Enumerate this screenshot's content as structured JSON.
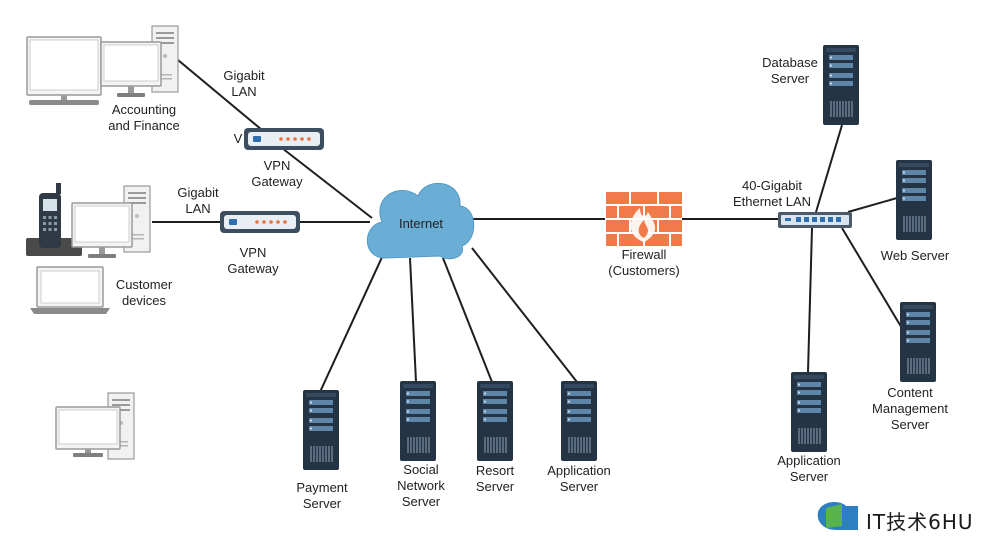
{
  "labels": {
    "gigabit_lan_top": "Gigabit\nLAN",
    "accounting": "Accounting\nand Finance",
    "vpn_gateway_top": "VPN\nGateway",
    "vpn_gateway_top_prefix": "V",
    "gigabit_lan_mid": "Gigabit\nLAN",
    "vpn_gateway_mid": "VPN\nGateway",
    "customer_devices": "Customer\ndevices",
    "internet": "Internet",
    "firewall": "Firewall\n(Customers)",
    "ethernet_lan": "40-Gigabit\nEthernet LAN",
    "database_server": "Database\nServer",
    "web_server": "Web Server",
    "cms_server": "Content\nManagement\nServer",
    "application_server_right": "Application\nServer",
    "payment_server": "Payment\nServer",
    "social_server": "Social\nNetwork\nServer",
    "resort_server": "Resort\nServer",
    "application_server_bottom": "Application\nServer"
  },
  "watermark": "IT技术6HU",
  "colors": {
    "cloud": "#6aaed6",
    "server_body": "#243444",
    "server_slot": "#5e86a8",
    "firewall": "#f07a4a",
    "line": "#1e1e1e"
  }
}
